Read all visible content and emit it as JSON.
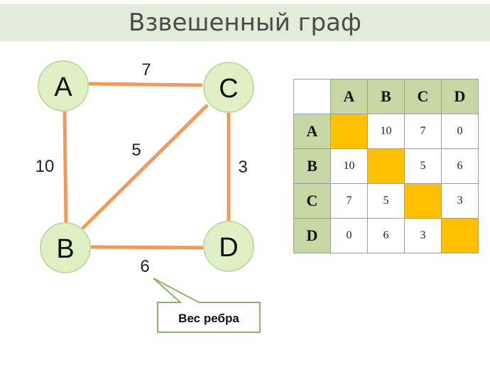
{
  "title": "Взвешенный граф",
  "graph": {
    "nodes": [
      {
        "id": "A",
        "label": "A"
      },
      {
        "id": "C",
        "label": "C"
      },
      {
        "id": "B",
        "label": "B"
      },
      {
        "id": "D",
        "label": "D"
      }
    ],
    "edges": [
      {
        "from": "A",
        "to": "C",
        "weight": "7"
      },
      {
        "from": "A",
        "to": "B",
        "weight": "10"
      },
      {
        "from": "B",
        "to": "C",
        "weight": "5"
      },
      {
        "from": "C",
        "to": "D",
        "weight": "3"
      },
      {
        "from": "B",
        "to": "D",
        "weight": "6"
      }
    ]
  },
  "callout": {
    "text": "Вес ребра"
  },
  "matrix": {
    "headers": [
      "A",
      "B",
      "C",
      "D"
    ],
    "rows": [
      {
        "label": "A",
        "cells": [
          "",
          "10",
          "7",
          "0"
        ]
      },
      {
        "label": "B",
        "cells": [
          "10",
          "",
          "5",
          "6"
        ]
      },
      {
        "label": "C",
        "cells": [
          "7",
          "5",
          "",
          "3"
        ]
      },
      {
        "label": "D",
        "cells": [
          "0",
          "6",
          "3",
          ""
        ]
      }
    ]
  },
  "colors": {
    "edge": "#ee9b5c",
    "node_fill": "#dff1c4",
    "node_stroke": "#c2dca4",
    "header_fill": "#c5d7a2",
    "diagonal_fill": "#ffc000",
    "callout_border": "#8fb36d"
  }
}
